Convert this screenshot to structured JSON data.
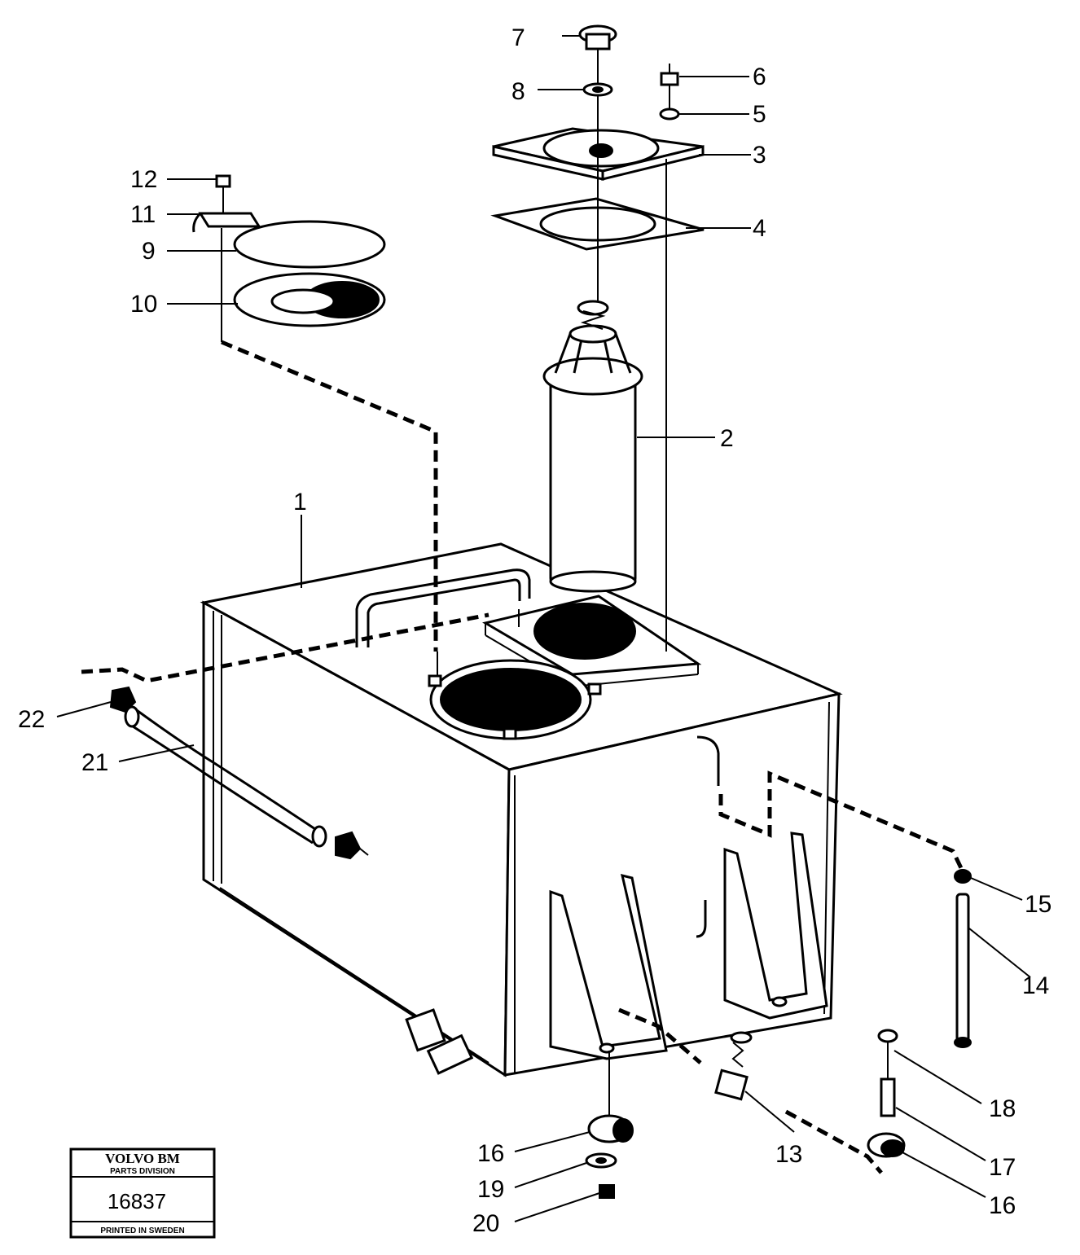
{
  "callouts": [
    {
      "id": "c1",
      "label": "1"
    },
    {
      "id": "c2",
      "label": "2"
    },
    {
      "id": "c3",
      "label": "3"
    },
    {
      "id": "c4",
      "label": "4"
    },
    {
      "id": "c5",
      "label": "5"
    },
    {
      "id": "c6",
      "label": "6"
    },
    {
      "id": "c7",
      "label": "7"
    },
    {
      "id": "c8",
      "label": "8"
    },
    {
      "id": "c9",
      "label": "9"
    },
    {
      "id": "c10",
      "label": "10"
    },
    {
      "id": "c11",
      "label": "11"
    },
    {
      "id": "c12",
      "label": "12"
    },
    {
      "id": "c13",
      "label": "13"
    },
    {
      "id": "c14",
      "label": "14"
    },
    {
      "id": "c15",
      "label": "15"
    },
    {
      "id": "c16a",
      "label": "16"
    },
    {
      "id": "c16b",
      "label": "16"
    },
    {
      "id": "c17",
      "label": "17"
    },
    {
      "id": "c18",
      "label": "18"
    },
    {
      "id": "c19",
      "label": "19"
    },
    {
      "id": "c20",
      "label": "20"
    },
    {
      "id": "c21",
      "label": "21"
    },
    {
      "id": "c22",
      "label": "22"
    }
  ],
  "stamp": {
    "brand": "VOLVO BM",
    "division": "PARTS DIVISION",
    "number": "16837",
    "printed": "PRINTED IN SWEDEN"
  }
}
